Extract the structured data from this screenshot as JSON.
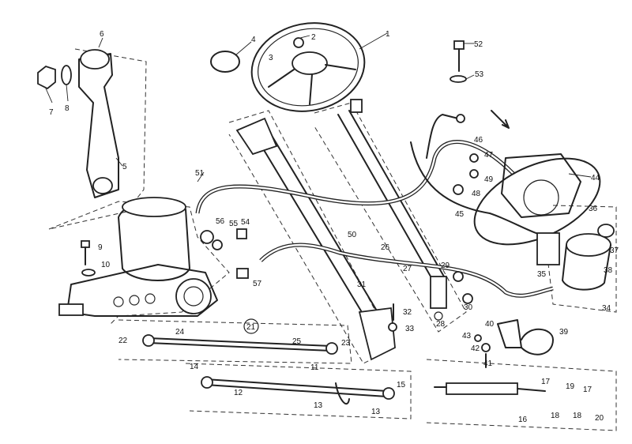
{
  "labels": {
    "l1": "1",
    "l2": "2",
    "l3": "3",
    "l4": "4",
    "l5": "5",
    "l6": "6",
    "l7": "7",
    "l8": "8",
    "l9": "9",
    "l10": "10",
    "l11": "11",
    "l12": "12",
    "l13a": "13",
    "l13b": "13",
    "l14": "14",
    "l15": "15",
    "l16": "16",
    "l17a": "17",
    "l17b": "17",
    "l18a": "18",
    "l18b": "18",
    "l19": "19",
    "l20": "20",
    "l21": "21",
    "l22": "22",
    "l23": "23",
    "l24": "24",
    "l25": "25",
    "l26": "26",
    "l27": "27",
    "l28": "28",
    "l29": "29",
    "l30": "30",
    "l31": "31",
    "l32": "32",
    "l33": "33",
    "l34": "34",
    "l35": "35",
    "l36": "36",
    "l37": "37",
    "l38": "38",
    "l39": "39",
    "l40": "40",
    "l41": "41",
    "l42": "42",
    "l43": "43",
    "l44": "44",
    "l45": "45",
    "l46": "46",
    "l47": "47",
    "l48": "48",
    "l49": "49",
    "l50": "50",
    "l51": "51",
    "l52": "52",
    "l53": "53",
    "l54": "54",
    "l55": "55",
    "l56": "56",
    "l57": "57"
  }
}
